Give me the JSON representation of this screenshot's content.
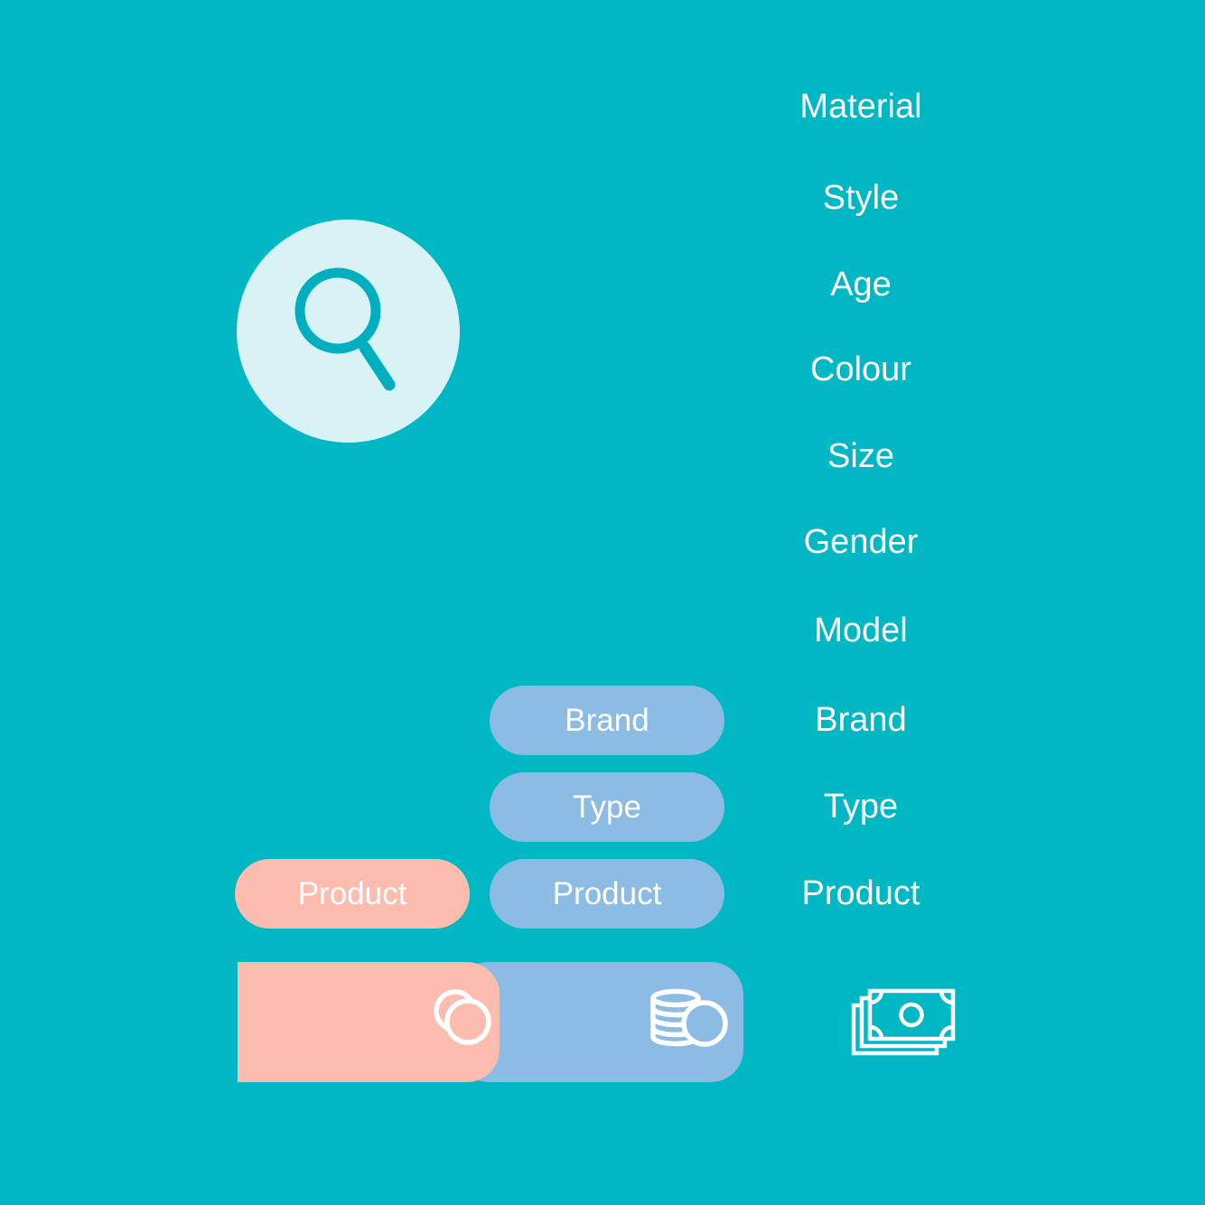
{
  "attributes": [
    "Material",
    "Style",
    "Age",
    "Colour",
    "Size",
    "Gender",
    "Model",
    "Brand",
    "Type",
    "Product"
  ],
  "pills": {
    "blue": [
      {
        "label": "Brand"
      },
      {
        "label": "Type"
      },
      {
        "label": "Product"
      }
    ],
    "pink": [
      {
        "label": "Product"
      }
    ]
  },
  "icons": {
    "search": "magnifier-icon",
    "pink_bar": "coins-overlap-icon",
    "blue_bar": "coin-stack-icon",
    "money": "banknotes-icon"
  },
  "colors": {
    "background": "#00B7C4",
    "search_circle_fill": "#D9F2F5",
    "magnifier_stroke": "#00AFBF",
    "blue": "#8CBCE3",
    "pink": "#FCBDAF",
    "text": "#FFFFFF"
  }
}
